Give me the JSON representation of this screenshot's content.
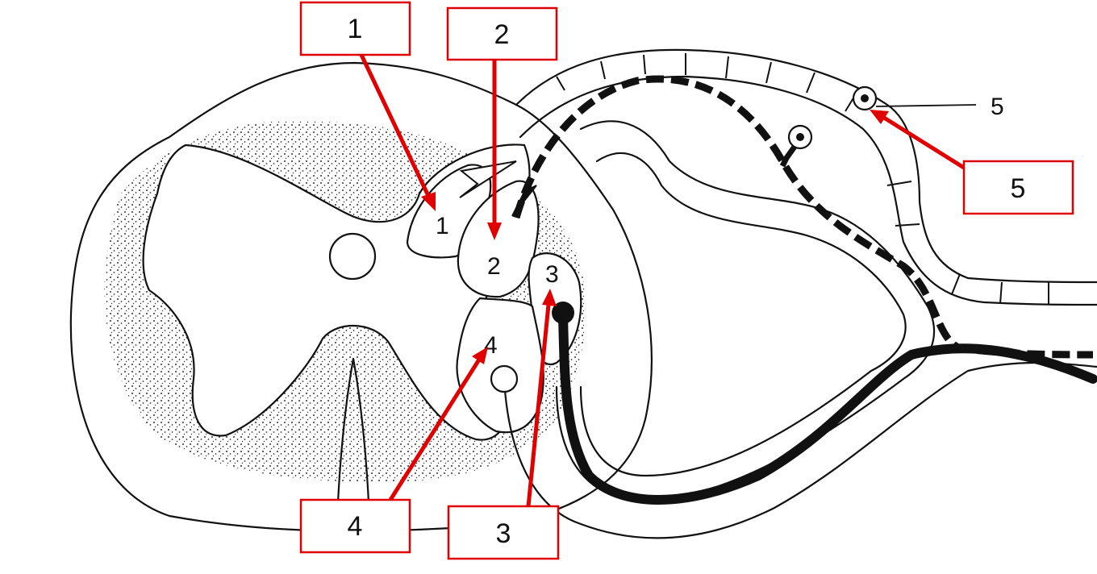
{
  "diagram": {
    "inner_labels": [
      {
        "id": "1",
        "text": "1"
      },
      {
        "id": "2",
        "text": "2"
      },
      {
        "id": "3",
        "text": "3"
      },
      {
        "id": "4",
        "text": "4"
      },
      {
        "id": "5",
        "text": "5"
      }
    ],
    "callouts": [
      {
        "id": "1",
        "text": "1"
      },
      {
        "id": "2",
        "text": "2"
      },
      {
        "id": "3",
        "text": "3"
      },
      {
        "id": "4",
        "text": "4"
      },
      {
        "id": "5",
        "text": "5"
      }
    ],
    "colors": {
      "ink": "#111111",
      "callout": "#e00000",
      "background": "#ffffff"
    }
  }
}
